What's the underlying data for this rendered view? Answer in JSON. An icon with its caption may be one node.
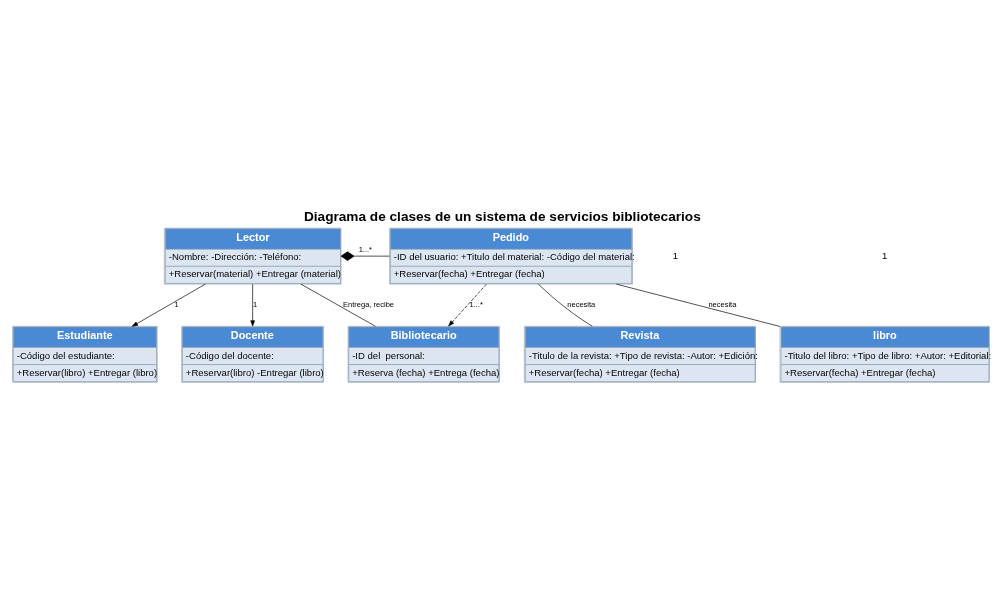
{
  "diagram": {
    "title": "Diagrama de clases de un sistema de servicios bibliotecarios",
    "nodes": [
      {
        "text": [
          "Lector",
          "-Nombre: -Dirección: -Teléfono:",
          "+Reservar(material) +Entregar (material)"
        ]
      },
      {
        "text": [
          "Pedido",
          "-ID del usuario: +Titulo del material: -Código del material:",
          "+Reservar(fecha) +Entregar (fecha)"
        ]
      },
      {
        "text": [
          "Bibliotecario",
          "-ID del  personal:",
          "+Reserva (fecha) +Entrega (fecha)"
        ]
      },
      {
        "text": [
          "libro",
          "-Titulo del libro: +Tipo de libro: +Autor: +Editorial:",
          "+Reservar(fecha) +Entregar (fecha)"
        ]
      },
      {
        "text": [
          "Revista",
          "-Titulo de la revista: +Tipo de revista: -Autor: +Edición:",
          "+Reservar(fecha) +Entregar (fecha)"
        ]
      },
      {
        "text": [
          "Estudiante",
          "-Código del estudiante:",
          "+Reservar(libro) +Entregar (libro)"
        ]
      },
      {
        "text": [
          "Docente",
          "-Código del docente:",
          "+Reservar(libro) -Entregar (libro)"
        ]
      }
    ],
    "edges": [
      {
        "from": 0,
        "to": 1,
        "arrow": "other",
        "label": "1...*"
      },
      {
        "from": 1,
        "to": 2,
        "arrow": "to",
        "style": "dashed",
        "label": "1...*"
      },
      {
        "from": 0,
        "to": 2,
        "arrow": "none",
        "label": "Entrega, recibe"
      },
      {
        "from": 1,
        "to": 3,
        "arrow": "none",
        "label": "necesita"
      },
      {
        "from": 1,
        "to": 4,
        "arrow": "none",
        "label": "necesita"
      },
      {
        "from": 0,
        "to": 5,
        "arrow": "to",
        "label": "1"
      },
      {
        "from": 0,
        "to": 6,
        "arrow": "to",
        "label": "1"
      }
    ],
    "labels": [
      "1",
      "1"
    ]
  }
}
